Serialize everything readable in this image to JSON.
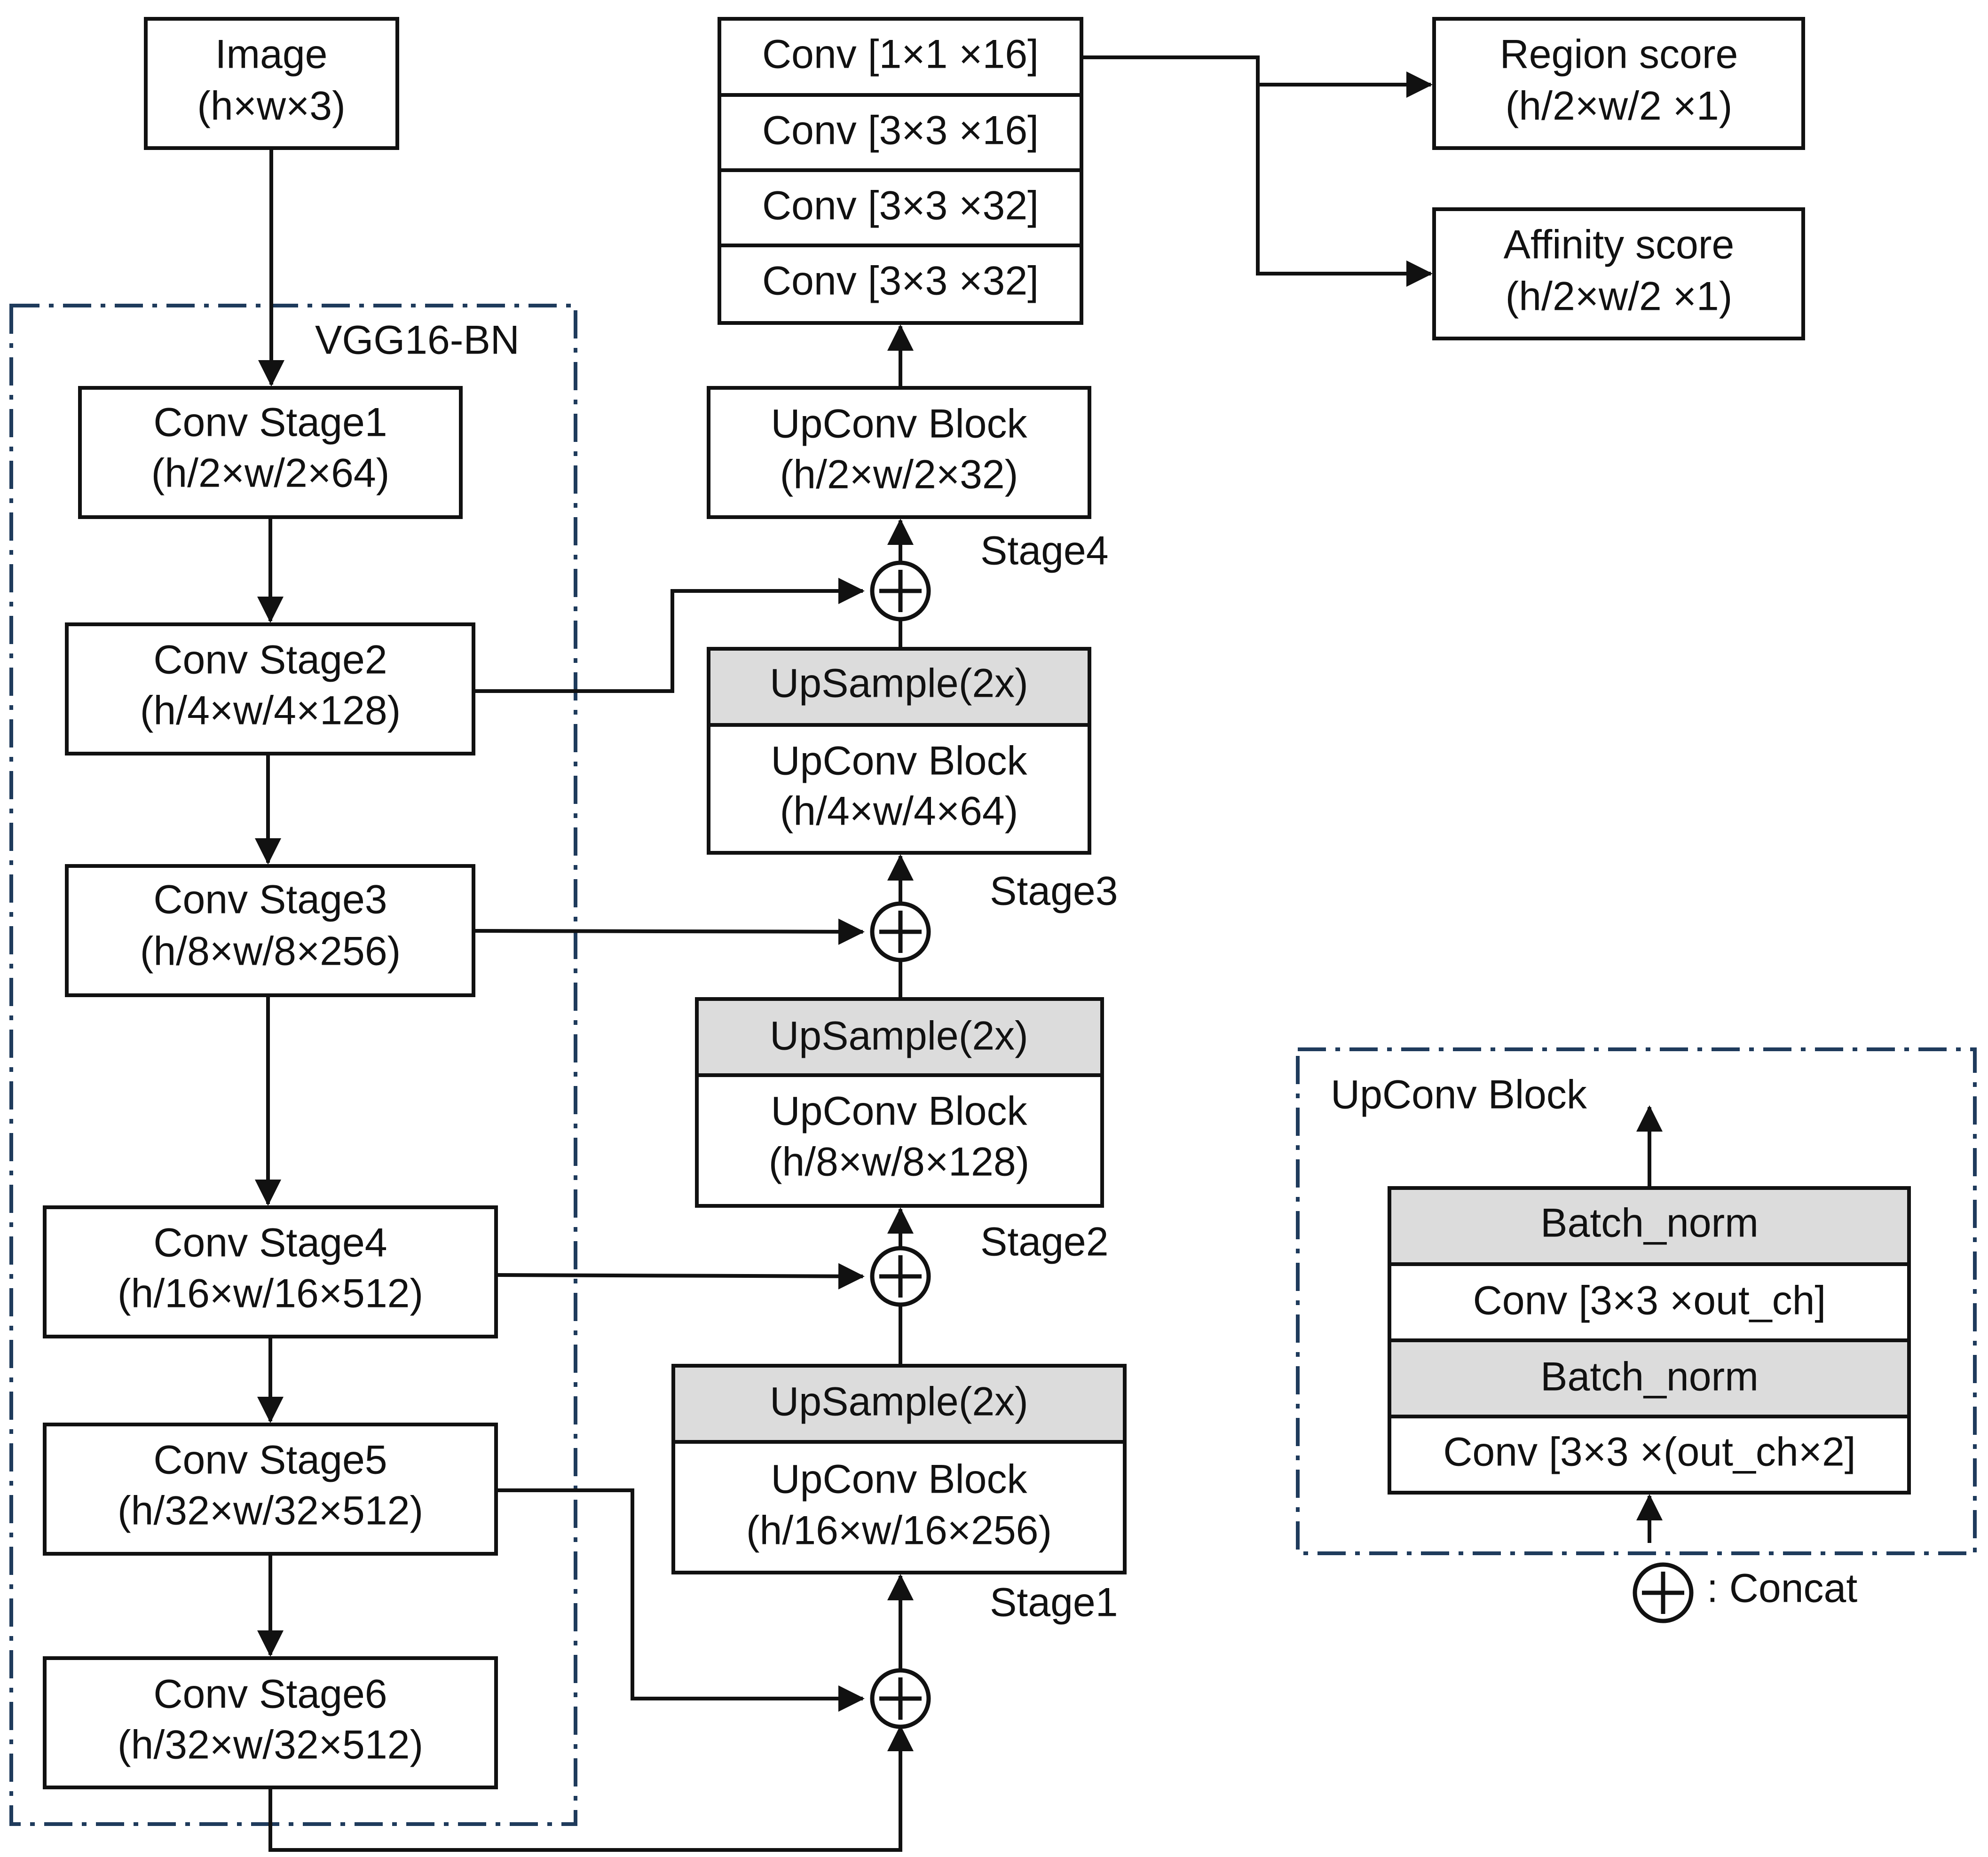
{
  "image_box": {
    "line1": "Image",
    "line2": "(h×w×3)"
  },
  "vgg": {
    "title": "VGG16-BN",
    "stages": [
      {
        "line1": "Conv Stage1",
        "line2": "(h/2×w/2×64)"
      },
      {
        "line1": "Conv Stage2",
        "line2": "(h/4×w/4×128)"
      },
      {
        "line1": "Conv Stage3",
        "line2": "(h/8×w/8×256)"
      },
      {
        "line1": "Conv Stage4",
        "line2": "(h/16×w/16×512)"
      },
      {
        "line1": "Conv Stage5",
        "line2": "(h/32×w/32×512)"
      },
      {
        "line1": "Conv Stage6",
        "line2": "(h/32×w/32×512)"
      }
    ]
  },
  "decoder": {
    "upsample_label": "UpSample(2x)",
    "block1": {
      "line1": "UpConv Block",
      "line2": "(h/16×w/16×256)",
      "stage": "Stage1"
    },
    "block2": {
      "line1": "UpConv Block",
      "line2": "(h/8×w/8×128)",
      "stage": "Stage2"
    },
    "block3": {
      "line1": "UpConv Block",
      "line2": "(h/4×w/4×64)",
      "stage": "Stage3"
    },
    "block4": {
      "line1": "UpConv Block",
      "line2": "(h/2×w/2×32)",
      "stage": "Stage4"
    }
  },
  "head": {
    "convs": [
      "Conv [1×1 ×16]",
      "Conv [3×3 ×16]",
      "Conv [3×3 ×32]",
      "Conv [3×3 ×32]"
    ]
  },
  "outputs": {
    "region": {
      "line1": "Region score",
      "line2": "(h/2×w/2 ×1)"
    },
    "affinity": {
      "line1": "Affinity score",
      "line2": "(h/2×w/2 ×1)"
    }
  },
  "legend": {
    "title": "UpConv Block",
    "layers": [
      "Batch_norm",
      "Conv [3×3 ×out_ch]",
      "Batch_norm",
      "Conv [3×3 ×(out_ch×2]"
    ],
    "concat_symbol_label": ":  Concat"
  },
  "colors": {
    "box_fill": "#ffffff",
    "gray_fill": "#dcdcdc",
    "dash_stroke": "#1f3b5c"
  }
}
